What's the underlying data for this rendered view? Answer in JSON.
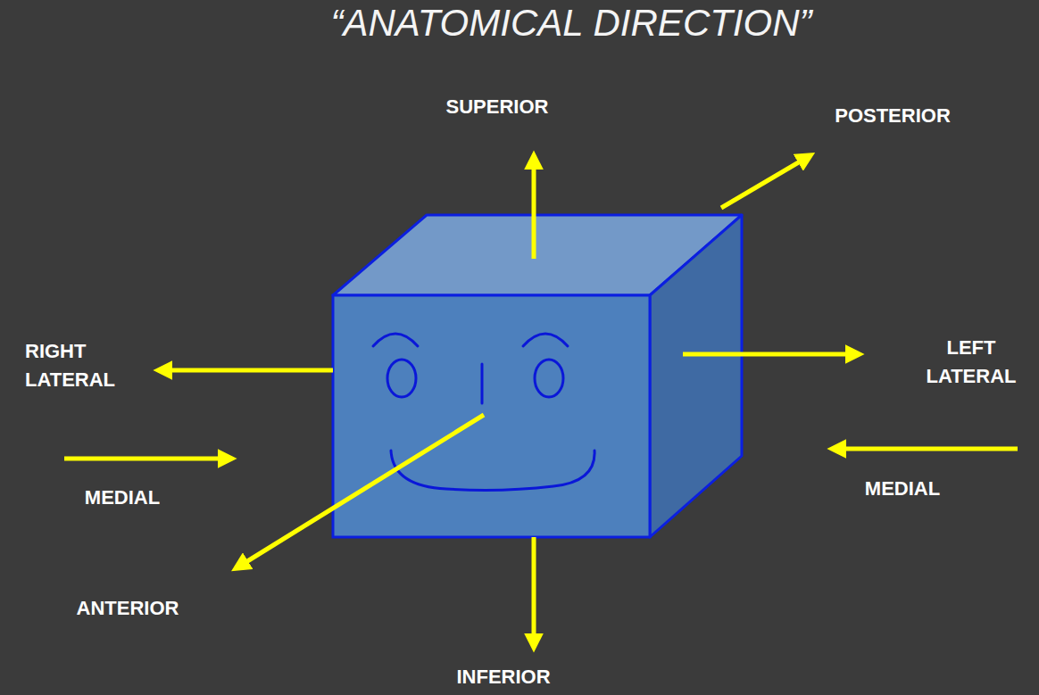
{
  "diagram": {
    "title": "“ANATOMICAL DIRECTION”",
    "labels": [
      "SUPERIOR",
      "POSTERIOR",
      "RIGHT LATERAL",
      "LEFT LATERAL",
      "MEDIAL",
      "MEDIAL",
      "ANTERIOR",
      "INFERIOR"
    ]
  }
}
